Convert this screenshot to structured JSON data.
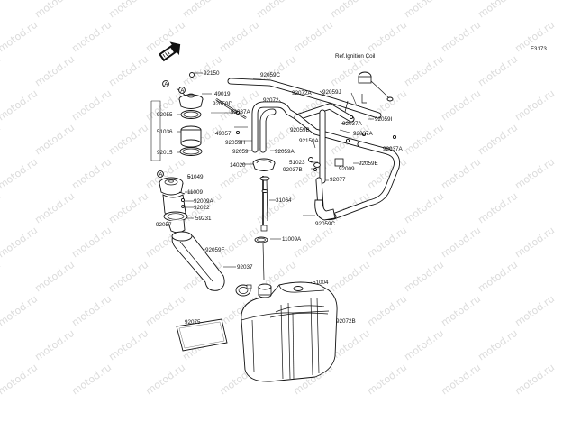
{
  "diagram": {
    "figure_code": "F3173",
    "ref_note": "Ref.Ignition Coil",
    "callouts": {
      "c92150": "92150",
      "c49019": "49019",
      "c92055": "92055",
      "c51036": "51036",
      "c92015": "92015",
      "c92059D": "92059D",
      "c92037A_1": "92037A",
      "c49057": "49057",
      "c92059H": "92059H",
      "c92059": "92059",
      "c14020": "14020",
      "c92059C_top": "92059C",
      "c92072": "92072",
      "c92072A": "92072A",
      "c92059J": "92059J",
      "c92037A_2": "92037A",
      "c92059I": "92059I",
      "c92059B": "92059B",
      "c92037A_3": "92037A",
      "c92150A": "92150A",
      "c92059A": "92059A",
      "c92037A_4": "92037A",
      "c92059E": "92059E",
      "c51023": "51023",
      "c92009": "92009",
      "c92037B": "92037B",
      "c92077": "92077",
      "c51049": "51049",
      "c11009": "11009",
      "c92009A": "92009A",
      "c92022": "92022",
      "c59231": "59231",
      "c92057": "92057",
      "c31064": "31064",
      "c11009A": "11009A",
      "c92059C": "92059C",
      "c92059F": "92059F",
      "c92037": "92037",
      "c51004": "51004",
      "c92072B": "92072B",
      "c92075": "92075"
    },
    "markers": {
      "a1": "A",
      "a2": "A",
      "a3": "A"
    },
    "watermark": "motod.ru"
  }
}
